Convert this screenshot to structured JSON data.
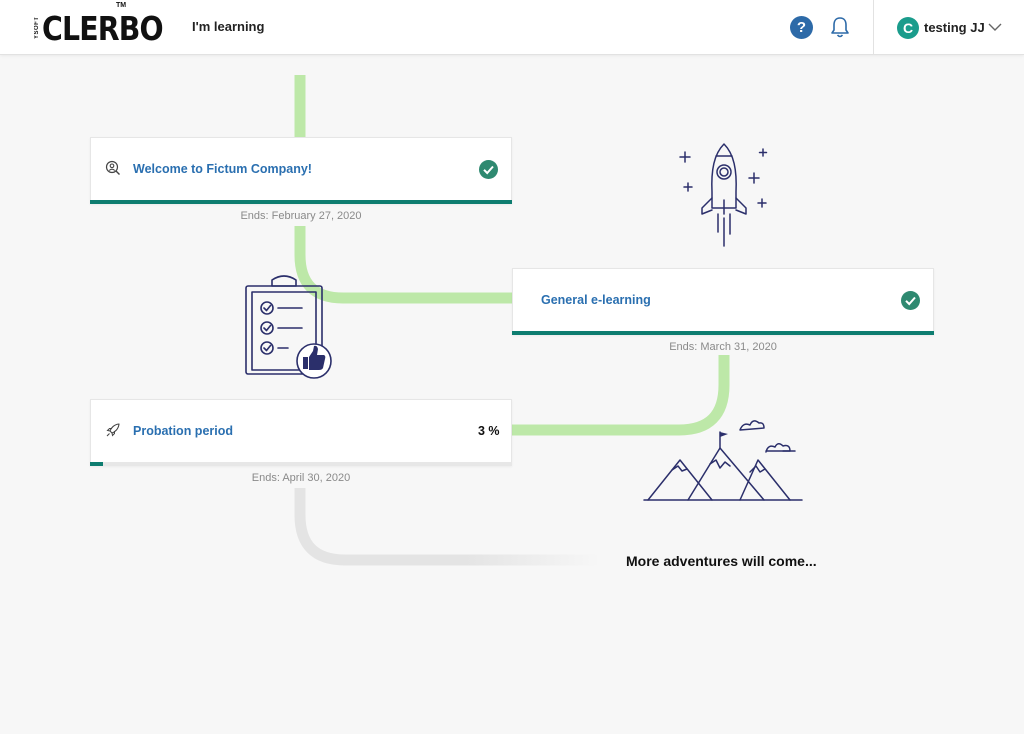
{
  "header": {
    "logo_text": "CLERBO",
    "logo_side": "YSOFT",
    "logo_tm": "TM",
    "section_title": "I'm learning",
    "help_label": "?",
    "user": {
      "initial": "C",
      "name": "testing JJ"
    }
  },
  "steps": [
    {
      "title": "Welcome to Fictum Company!",
      "ends": "Ends: February 27, 2020",
      "status": "completed",
      "progress": 100,
      "icon": "onboarding-person-icon"
    },
    {
      "title": "General e-learning",
      "ends": "Ends: March 31, 2020",
      "status": "completed",
      "progress": 100,
      "icon": ""
    },
    {
      "title": "Probation period",
      "ends": "Ends: April 30, 2020",
      "status": "in-progress",
      "progress": 3,
      "progress_label": "3 %",
      "icon": "rocket-icon"
    }
  ],
  "footer_message": "More adventures will come...",
  "colors": {
    "accent": "#0e7d70",
    "link": "#2a6fb0",
    "path_done": "#bde8a8",
    "path_future": "#e4e4e4",
    "check": "#2e8970",
    "illustration": "#2b2f6b"
  }
}
